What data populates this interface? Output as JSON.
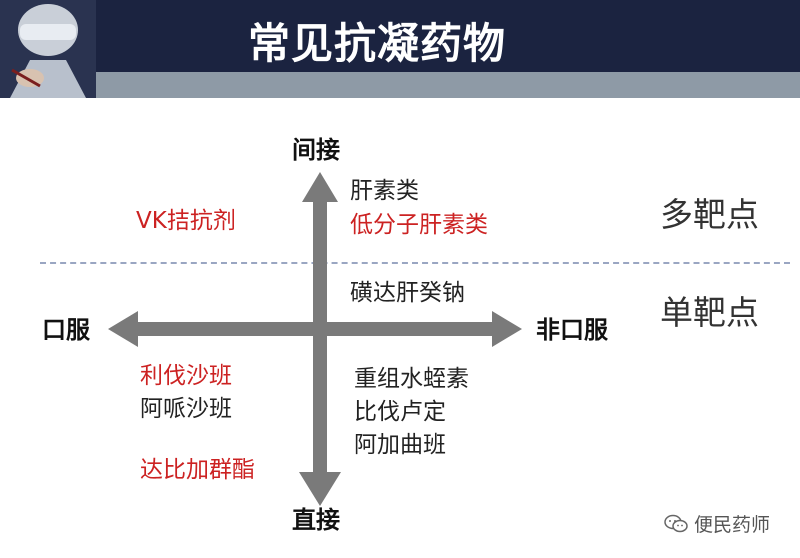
{
  "header": {
    "title": "常见抗凝药物"
  },
  "axes": {
    "top": "间接",
    "bottom": "直接",
    "left": "口服",
    "right": "非口服"
  },
  "targets": {
    "multi": "多靶点",
    "single": "单靶点"
  },
  "quadrants": {
    "top_left": [
      {
        "text": "VK拮抗剂",
        "color": "red"
      }
    ],
    "top_right": [
      {
        "text": "肝素类",
        "color": "black"
      },
      {
        "text": "低分子肝素类",
        "color": "red"
      }
    ],
    "mid_right": [
      {
        "text": "磺达肝癸钠",
        "color": "black"
      }
    ],
    "bottom_left": [
      {
        "text": "利伐沙班",
        "color": "red"
      },
      {
        "text": "阿哌沙班",
        "color": "black"
      }
    ],
    "bottom_left_lower": [
      {
        "text": "达比加群酯",
        "color": "red"
      }
    ],
    "bottom_right": [
      {
        "text": "重组水蛭素",
        "color": "black"
      },
      {
        "text": "比伐卢定",
        "color": "black"
      },
      {
        "text": "阿加曲班",
        "color": "black"
      }
    ]
  },
  "watermark": {
    "text": "便民药师",
    "icon": "wechat-icon"
  },
  "colors": {
    "header": "#1b2340",
    "stripe": "#8e9aa6",
    "arrow": "#7a7a7a",
    "red": "#cc2222",
    "divider": "#9aa6c2"
  }
}
